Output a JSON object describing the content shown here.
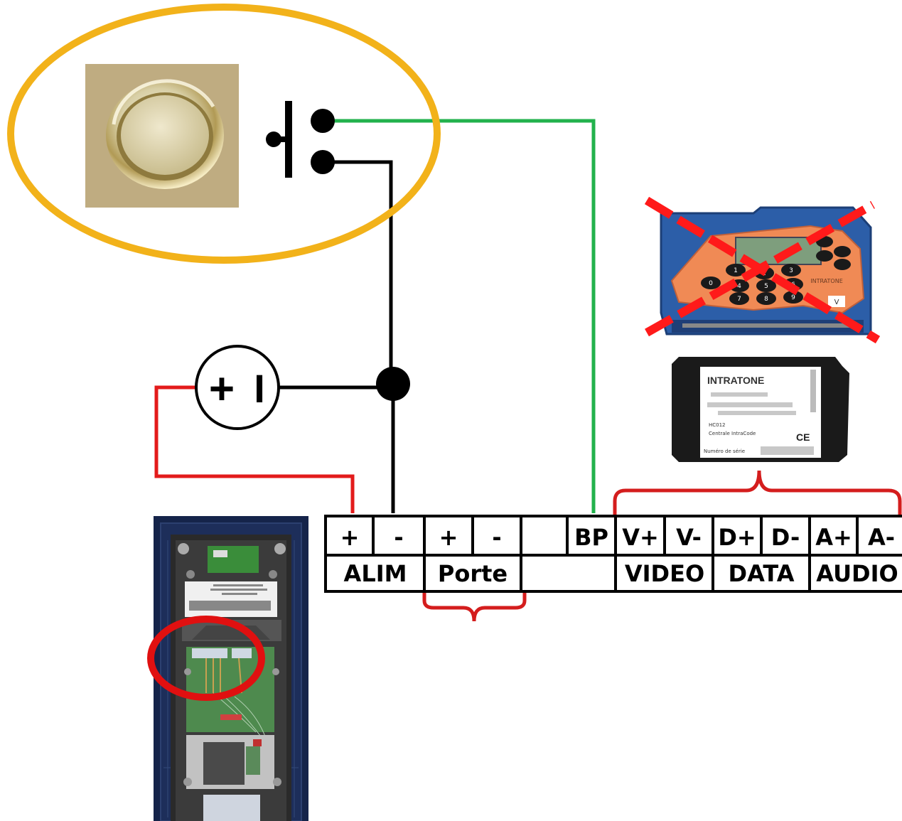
{
  "colors": {
    "ellipse": "#f2b21a",
    "wire_bp": "#22b24c",
    "wire_black": "#000000",
    "wire_red": "#e31b1b",
    "brace": "#d41d1d",
    "circle_mark": "#e01010",
    "cross": "#ff1a1a",
    "keypad_orange": "#f08a55",
    "keypad_blue": "#2c5ea8",
    "panel_navy": "#15244a",
    "module_black": "#1a1a1a"
  },
  "icons": {
    "push_button_photo": "push-button-icon",
    "switch_symbol": "switch-symbol-icon",
    "power_supply_symbol": "power-supply-icon",
    "keypad_module": "keypad-module-icon",
    "intracode_module": "intracode-module-icon",
    "door_panel": "door-panel-icon"
  },
  "psu": {
    "plus": "+",
    "minus": "I"
  },
  "terminals": [
    {
      "label": "+"
    },
    {
      "label": "-"
    },
    {
      "label": "+"
    },
    {
      "label": "-"
    },
    {
      "label": ""
    },
    {
      "label": "BP"
    },
    {
      "label": "V+"
    },
    {
      "label": "V-"
    },
    {
      "label": "D+"
    },
    {
      "label": "D-"
    },
    {
      "label": "A+"
    },
    {
      "label": "A-"
    }
  ],
  "groups": [
    {
      "label": "ALIM"
    },
    {
      "label": "Porte"
    },
    {
      "label": ""
    },
    {
      "label": "VIDEO"
    },
    {
      "label": "DATA"
    },
    {
      "label": "AUDIO"
    }
  ],
  "module_label": {
    "brand": "INTRATONE",
    "code": "HC012",
    "name": "Centrale IntraCode",
    "serial": "Numéro de série",
    "marks": "CE"
  },
  "keypad": {
    "keys": [
      "1",
      "2",
      "3",
      "4",
      "5",
      "6",
      "7",
      "8",
      "9",
      "0"
    ],
    "brand": "INTRATONE",
    "v": "V"
  }
}
